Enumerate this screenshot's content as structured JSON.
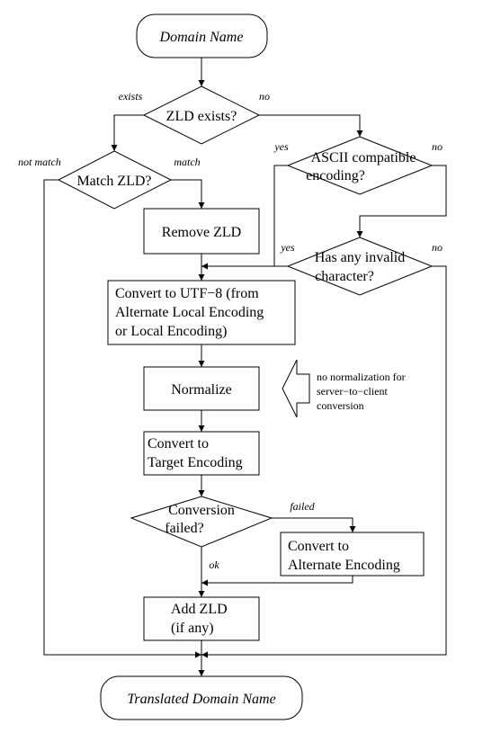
{
  "nodes": {
    "start": "Domain Name",
    "zld_exists": "ZLD exists?",
    "ascii_compat": [
      "ASCII compatible",
      "encoding?"
    ],
    "match_zld": "Match ZLD?",
    "remove_zld": "Remove ZLD",
    "invalid_char": [
      "Has any invalid",
      "character?"
    ],
    "to_utf8": [
      "Convert to UTF−8 (from",
      "Alternate Local Encoding",
      "or Local Encoding)"
    ],
    "normalize": "Normalize",
    "to_target": [
      "Convert to",
      "Target Encoding"
    ],
    "conv_failed": [
      "Conversion",
      "failed?"
    ],
    "to_alternate": [
      "Convert to",
      "Alternate Encoding"
    ],
    "add_zld": [
      "Add ZLD",
      "(if any)"
    ],
    "end": "Translated Domain Name"
  },
  "edge_labels": {
    "zld_exists_yes": "exists",
    "zld_exists_no": "no",
    "ascii_yes": "yes",
    "ascii_no": "no",
    "match_no": "not match",
    "match_yes": "match",
    "invalid_yes": "yes",
    "invalid_no": "no",
    "conv_failed_yes": "failed",
    "conv_failed_no": "ok"
  },
  "note": [
    "no normalization for",
    "server−to−client",
    "conversion"
  ]
}
